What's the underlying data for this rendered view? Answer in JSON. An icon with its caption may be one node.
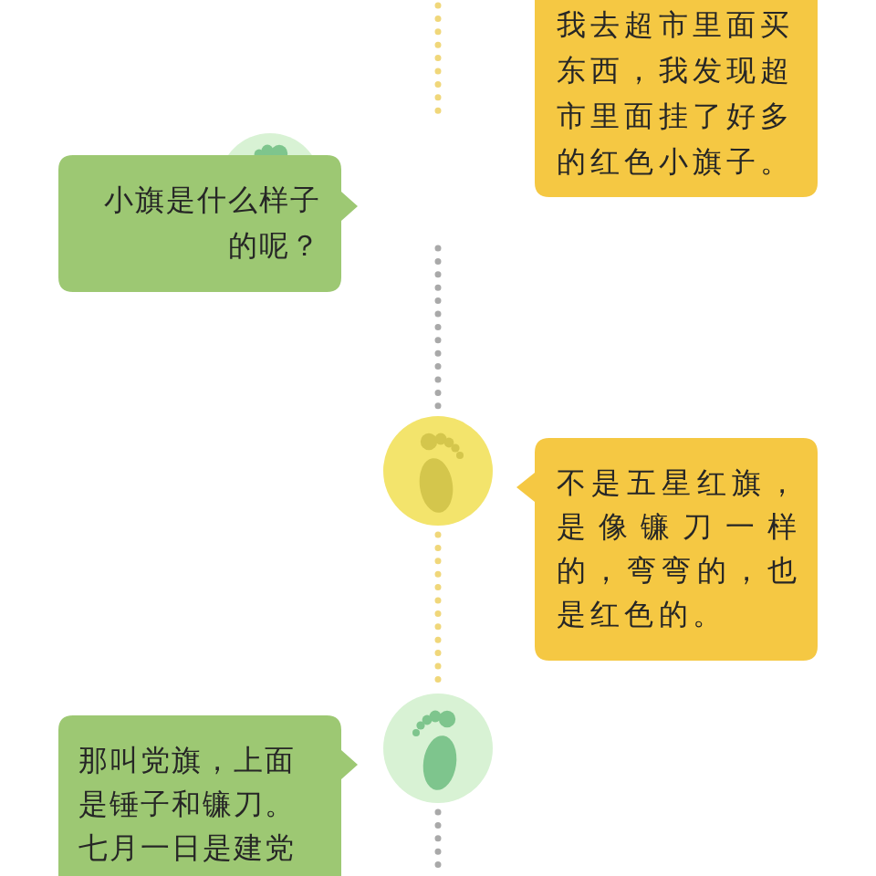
{
  "diagram": {
    "nodes": [
      {
        "text": [
          "我去超市里面买东西，我发现超市里面挂了好多的红色小旗子。"
        ]
      },
      {
        "text": [],
        "shape": "circle"
      },
      {
        "text": [
          "小旗是什么样子的呢？"
        ]
      },
      {
        "text": [],
        "shape": "circle"
      },
      {
        "text": [
          "不是五星红旗，是像镰刀一样的，弯弯的，也是红色的。"
        ]
      },
      {
        "text": [],
        "shape": "circle"
      },
      {
        "text": [
          "那叫党旗，上面是锤子和镰刀。七月一日是建党"
        ]
      }
    ],
    "edges": [
      {
        "from": null,
        "to": 3,
        "arrow": "none",
        "style": "dashed"
      },
      {
        "from": 3,
        "to": 5,
        "arrow": "none",
        "style": "dashed",
        "color": "#f0d77a"
      },
      {
        "from": 5,
        "to": null,
        "arrow": "none",
        "style": "dashed"
      }
    ]
  }
}
